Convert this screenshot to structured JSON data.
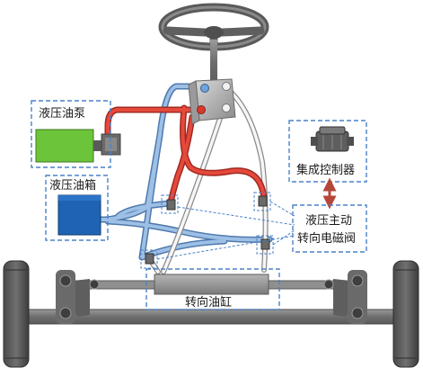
{
  "labels": {
    "pump": "液压油泵",
    "tank": "液压油箱",
    "controller": "集成控制器",
    "valve_line1": "液压主动",
    "valve_line2": "转向电磁阀",
    "cylinder": "转向油缸"
  },
  "colors": {
    "pressure_line": "#d63a2f",
    "return_line": "#7fa7d6",
    "white_line": "#f4f4f4",
    "pump": "#6cc43a",
    "tank": "#1f63b4",
    "dash_box": "#4a82c8",
    "arrow": "#b5473a",
    "structure": "#6a6a6a"
  }
}
